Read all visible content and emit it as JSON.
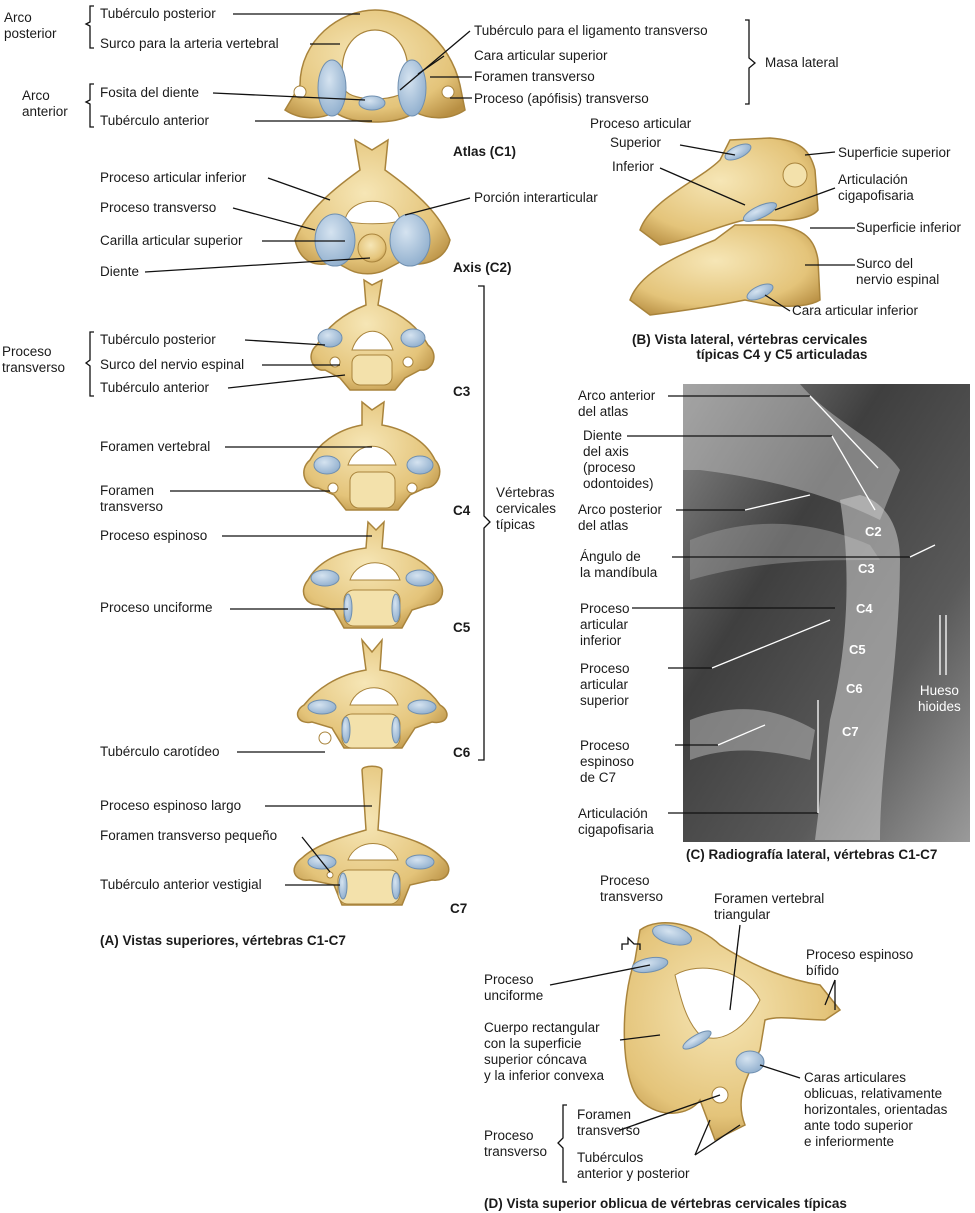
{
  "panel_a": {
    "c1": {
      "group_posterior": [
        "Arco",
        "posterior"
      ],
      "group_anterior": [
        "Arco",
        "anterior"
      ],
      "left_labels": [
        "Tubérculo posterior",
        "Surco para la arteria vertebral",
        "Fosita del diente",
        "Tubérculo anterior"
      ],
      "right_labels": [
        "Tubérculo para el ligamento transverso",
        "Cara articular superior",
        "Foramen transverso",
        "Proceso (apófisis) transverso"
      ],
      "masa_lateral": "Masa lateral",
      "name": "Atlas (C1)"
    },
    "c2": {
      "left_labels": [
        "Proceso articular inferior",
        "Proceso transverso",
        "Carilla articular superior",
        "Diente"
      ],
      "right_label": "Porción interarticular",
      "name": "Axis (C2)"
    },
    "c3": {
      "group": [
        "Proceso",
        "transverso"
      ],
      "labels": [
        "Tubérculo posterior",
        "Surco del nervio espinal",
        "Tubérculo anterior"
      ],
      "name": "C3"
    },
    "c4": {
      "labels": [
        "Foramen vertebral",
        "Foramen",
        "transverso"
      ],
      "name": "C4"
    },
    "c5": {
      "labels": [
        "Proceso espinoso",
        "Proceso unciforme"
      ],
      "name": "C5"
    },
    "c6": {
      "labels": [
        "Tubérculo carotídeo"
      ],
      "name": "C6"
    },
    "c7": {
      "labels": [
        "Proceso espinoso largo",
        "Foramen transverso pequeño",
        "Tubérculo anterior vestigial"
      ],
      "name": "C7"
    },
    "tipicas": [
      "Vértebras",
      "cervicales",
      "típicas"
    ],
    "caption": "(A)  Vistas superiores, vértebras C1-C7"
  },
  "panel_b": {
    "proceso_articular": "Proceso articular",
    "superior": "Superior",
    "inferior": "Inferior",
    "right_labels": [
      "Superficie superior",
      "Articulación",
      "cigapofisaria",
      "Superficie inferior",
      "Surco del",
      "nervio espinal",
      "Cara articular inferior"
    ],
    "caption": [
      "(B) Vista lateral, vértebras cervicales",
      "típicas C4 y C5 articuladas"
    ]
  },
  "panel_c": {
    "labels": [
      [
        "Arco anterior",
        "del atlas"
      ],
      [
        "Diente",
        "del axis",
        "(proceso",
        "odontoides)"
      ],
      [
        "Arco posterior",
        "del atlas"
      ],
      [
        "Ángulo de",
        "la mandíbula"
      ],
      [
        "Proceso",
        "articular",
        "inferior"
      ],
      [
        "Proceso",
        "articular",
        "superior"
      ],
      [
        "Proceso",
        "espinoso",
        "de C7"
      ],
      [
        "Articulación",
        "cigapofisaria"
      ]
    ],
    "levels": [
      "C2",
      "C3",
      "C4",
      "C5",
      "C6",
      "C7"
    ],
    "hueso": [
      "Hueso",
      "hioides"
    ],
    "caption": "(C) Radiografía lateral, vértebras C1-C7"
  },
  "panel_d": {
    "labels": {
      "proceso_transverso_top": [
        "Proceso",
        "transverso"
      ],
      "foramen_vertebral": [
        "Foramen vertebral",
        "triangular"
      ],
      "espinoso_bifido": [
        "Proceso espinoso",
        "bífido"
      ],
      "unciforme": [
        "Proceso",
        "unciforme"
      ],
      "cuerpo": [
        "Cuerpo rectangular",
        "con la superficie",
        "superior cóncava",
        "y la inferior convexa"
      ],
      "caras": [
        "Caras articulares",
        "oblicuas, relativamente",
        "horizontales, orientadas",
        "ante todo superior",
        "e inferiormente"
      ],
      "proceso_transverso_bottom": [
        "Proceso",
        "transverso"
      ],
      "foramen_transverso": [
        "Foramen",
        "transverso"
      ],
      "tuberculos": [
        "Tubérculos",
        "anterior y posterior"
      ]
    },
    "caption": "(D) Vista superior oblicua de vértebras cervicales típicas"
  },
  "colors": {
    "bone": "#e9cf8a",
    "bone_edge": "#b08a3c",
    "cartilage": "#a9c4dd",
    "xray_bg": "#4a4a4a"
  }
}
